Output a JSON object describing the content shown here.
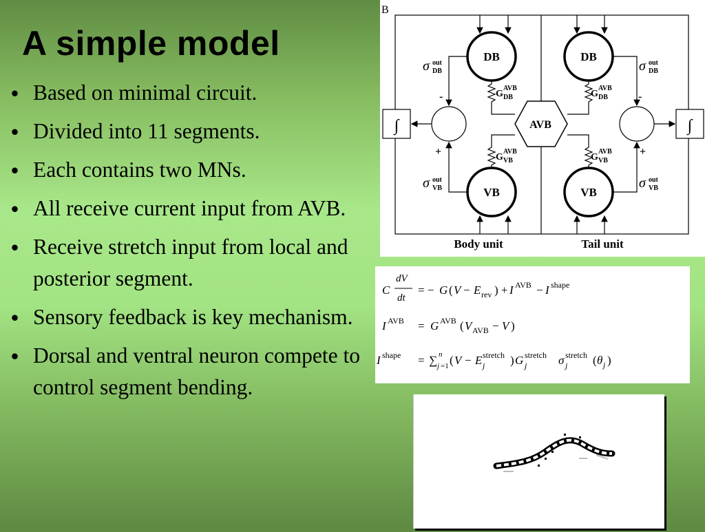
{
  "slide": {
    "title": "A simple model",
    "bullets": [
      "Based on minimal circuit.",
      "Divided into 11 segments.",
      "Each contains two MNs.",
      "All receive current input from AVB.",
      "Receive stretch input from local and posterior segment.",
      "Sensory feedback is key mechanism.",
      "Dorsal and ventral neuron compete to control segment bending."
    ]
  },
  "circuit": {
    "panel_letter": "B",
    "db": "DB",
    "vb": "VB",
    "avb": "AVB",
    "integral": "∫",
    "sigma": "σ",
    "sup_out": "out",
    "sub_db": "DB",
    "sub_vb": "VB",
    "g": "G",
    "sup_avb": "AVB",
    "minus": "-",
    "plus": "+",
    "body_unit": "Body unit",
    "tail_unit": "Tail unit"
  },
  "equations": {
    "eq1": {
      "lhs": "C dV/dt",
      "rhs": "= −G(V − E_rev) + I^AVB − I^shape"
    },
    "eq2": {
      "lhs": "I^AVB",
      "rhs": "= G^AVB(V_AVB − V)"
    },
    "eq3": {
      "lhs": "I^shape",
      "rhs": "= ∑_{j=1}^{n} (V − E_j^stretch) G_j^stretch σ_j^stretch(θ_j)"
    }
  },
  "colors": {
    "background_top": "#5f8c43",
    "background_mid": "#a9e88a",
    "background_bottom": "#5f8a43"
  }
}
